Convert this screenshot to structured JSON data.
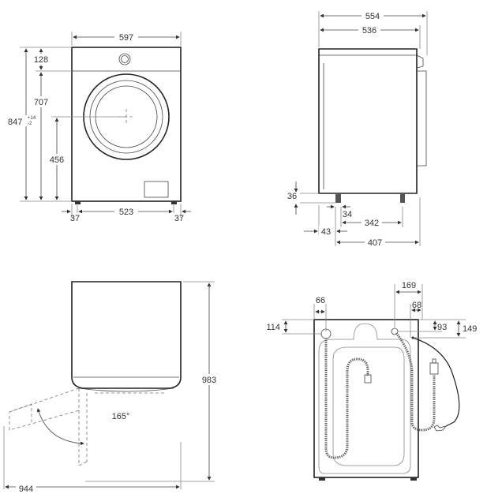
{
  "front_view": {
    "width": "597",
    "height_total": "847",
    "height_tolerance_plus": "+14",
    "height_tolerance_minus": "-2",
    "top_panel": "128",
    "body_height": "707",
    "door_center_height": "456",
    "foot_left": "37",
    "foot_span": "523",
    "foot_right": "37"
  },
  "side_view": {
    "depth_total": "554",
    "depth_body": "536",
    "foot_height": "36",
    "foot_offset": "34",
    "foot_span": "342",
    "front_offset": "43",
    "rear_span": "407"
  },
  "door_view": {
    "height_door_open": "983",
    "depth_door_open": "944",
    "door_angle": "165°"
  },
  "rear_view": {
    "drain_offset": "66",
    "inlet_offset": "169",
    "cable_offset": "68",
    "drain_height": "114",
    "inlet_height": "93",
    "cable_height": "149"
  }
}
